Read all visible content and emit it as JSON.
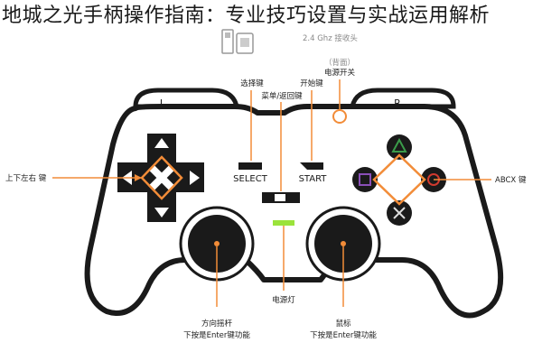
{
  "title": "地城之光手柄操作指南：专业技巧设置与实战运用解析",
  "labels": {
    "usb_receiver": "2.4 Ghz 接收头",
    "power_back": "（背面）",
    "power_switch": "电源开关",
    "select_key": "选择键",
    "start_key": "开始键",
    "menu_back_key": "菜单/返回键",
    "dpad_key": "上下左右 键",
    "abcx_key": "ABCX 键",
    "power_led": "电源灯",
    "left_stick_1": "方向摇杆",
    "left_stick_2": "下按是Enter键功能",
    "right_stick_1": "鼠标",
    "right_stick_2": "下按是Enter键功能",
    "L": "L",
    "R": "R",
    "select_text": "SELECT",
    "start_text": "START"
  },
  "colors": {
    "accent": "#f28c38",
    "led": "#9be33b",
    "controller_outline": "#1a1a1a",
    "face_triangle": "#3b9c4a",
    "face_circle": "#d03a2f",
    "face_square": "#8a4fb7"
  }
}
